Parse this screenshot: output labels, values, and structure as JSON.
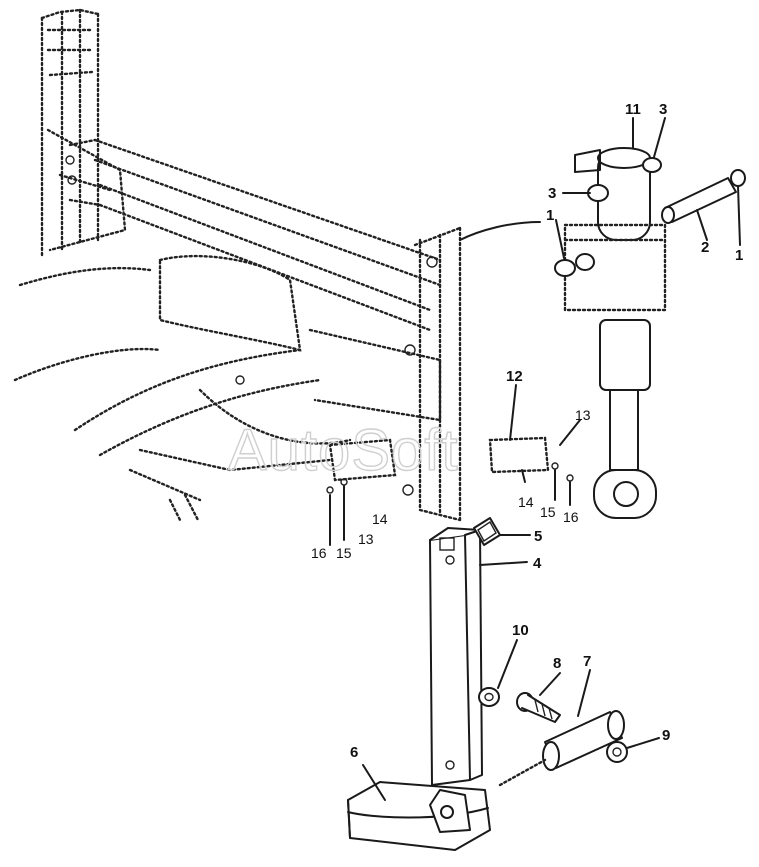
{
  "watermark": "AutoSoft",
  "callouts": [
    {
      "id": "c1a",
      "label": "1"
    },
    {
      "id": "c1b",
      "label": "1"
    },
    {
      "id": "c2",
      "label": "2"
    },
    {
      "id": "c3a",
      "label": "3"
    },
    {
      "id": "c3b",
      "label": "3"
    },
    {
      "id": "c4",
      "label": "4"
    },
    {
      "id": "c5",
      "label": "5"
    },
    {
      "id": "c6",
      "label": "6"
    },
    {
      "id": "c7",
      "label": "7"
    },
    {
      "id": "c8",
      "label": "8"
    },
    {
      "id": "c9",
      "label": "9"
    },
    {
      "id": "c10",
      "label": "10"
    },
    {
      "id": "c11",
      "label": "11"
    },
    {
      "id": "c12",
      "label": "12"
    },
    {
      "id": "c13a",
      "label": "13"
    },
    {
      "id": "c13b",
      "label": "13"
    },
    {
      "id": "c14a",
      "label": "14"
    },
    {
      "id": "c14b",
      "label": "14"
    },
    {
      "id": "c15a",
      "label": "15"
    },
    {
      "id": "c15b",
      "label": "15"
    },
    {
      "id": "c16a",
      "label": "16"
    },
    {
      "id": "c16b",
      "label": "16"
    }
  ]
}
